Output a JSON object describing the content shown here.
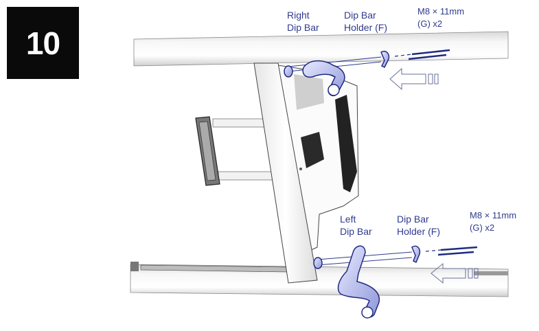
{
  "step_number": "10",
  "colors": {
    "label": "#2f3a8f",
    "part": "#3b45a8",
    "badge": "#0a0a0a"
  },
  "top_callouts": {
    "dip_bar": {
      "line1": "Right",
      "line2": "Dip Bar"
    },
    "holder": {
      "line1": "Dip Bar",
      "line2": "Holder (F)"
    },
    "bolts": {
      "line1": "M8 × 11mm",
      "line2": "(G) x2"
    }
  },
  "bottom_callouts": {
    "dip_bar": {
      "line1": "Left",
      "line2": "Dip Bar"
    },
    "holder": {
      "line1": "Dip Bar",
      "line2": "Holder (F)"
    },
    "bolts": {
      "line1": "M8 × 11mm",
      "line2": "(G) x2"
    }
  }
}
